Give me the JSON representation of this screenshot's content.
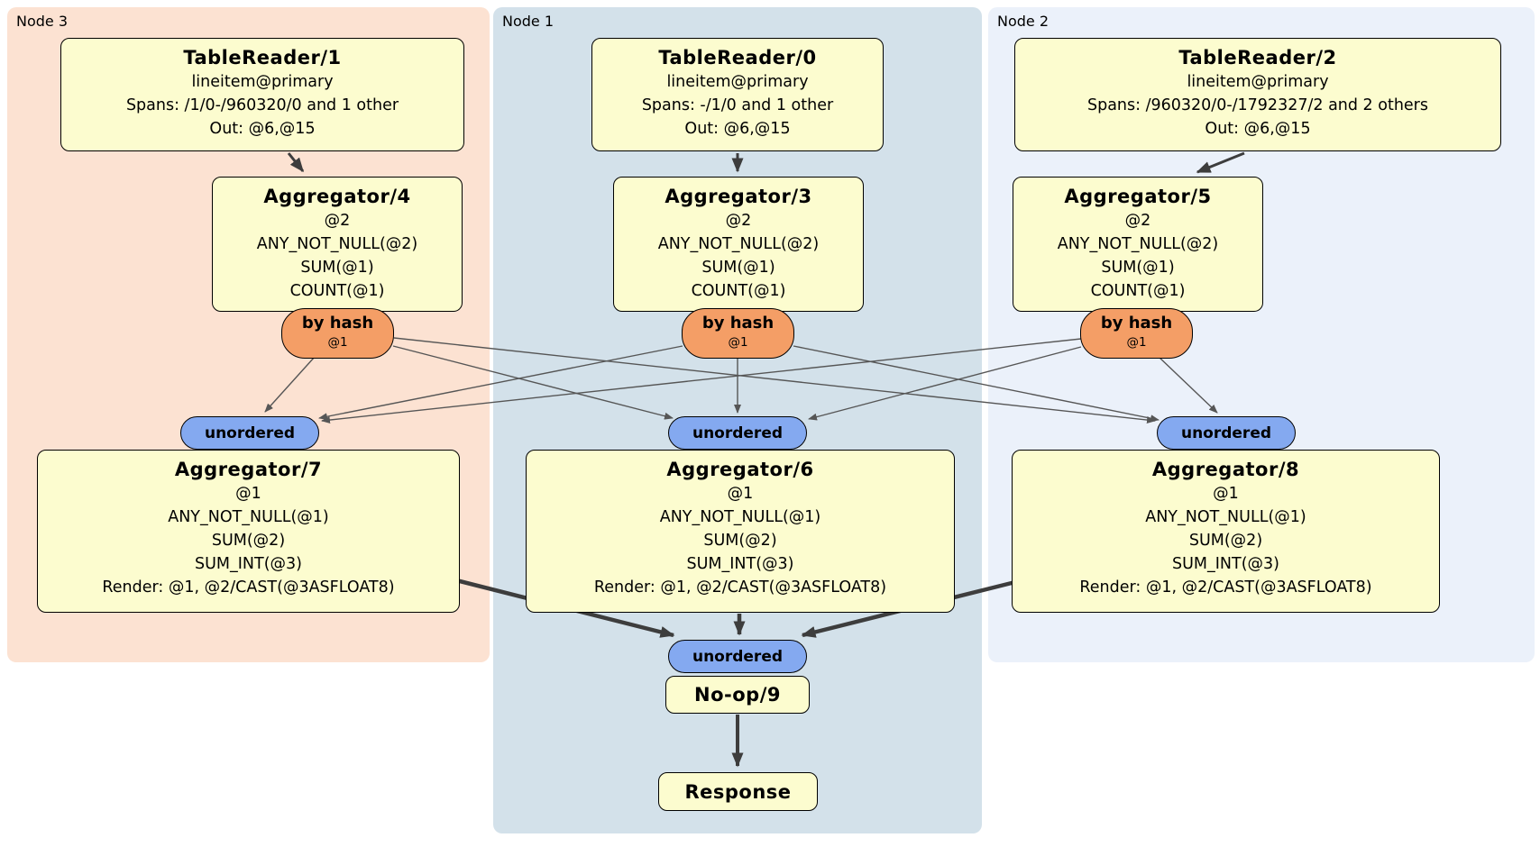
{
  "regions": {
    "node3": {
      "label": "Node 3",
      "bg": "#fce2d2"
    },
    "node1": {
      "label": "Node 1",
      "bg": "#d3e1ea"
    },
    "node2": {
      "label": "Node 2",
      "bg": "#ebf1fa"
    }
  },
  "boxes": {
    "tr1": {
      "title": "TableReader/1",
      "lines": [
        "lineitem@primary",
        "Spans: /1/0-/960320/0 and 1 other",
        "Out: @6,@15"
      ]
    },
    "tr0": {
      "title": "TableReader/0",
      "lines": [
        "lineitem@primary",
        "Spans: -/1/0 and 1 other",
        "Out: @6,@15"
      ]
    },
    "tr2": {
      "title": "TableReader/2",
      "lines": [
        "lineitem@primary",
        "Spans: /960320/0-/1792327/2 and 2 others",
        "Out: @6,@15"
      ]
    },
    "agg4": {
      "title": "Aggregator/4",
      "lines": [
        "@2",
        "ANY_NOT_NULL(@2)",
        "SUM(@1)",
        "COUNT(@1)"
      ]
    },
    "agg3": {
      "title": "Aggregator/3",
      "lines": [
        "@2",
        "ANY_NOT_NULL(@2)",
        "SUM(@1)",
        "COUNT(@1)"
      ]
    },
    "agg5": {
      "title": "Aggregator/5",
      "lines": [
        "@2",
        "ANY_NOT_NULL(@2)",
        "SUM(@1)",
        "COUNT(@1)"
      ]
    },
    "agg7": {
      "title": "Aggregator/7",
      "lines": [
        "@1",
        "ANY_NOT_NULL(@1)",
        "SUM(@2)",
        "SUM_INT(@3)",
        "Render: @1, @2/CAST(@3ASFLOAT8)"
      ]
    },
    "agg6": {
      "title": "Aggregator/6",
      "lines": [
        "@1",
        "ANY_NOT_NULL(@1)",
        "SUM(@2)",
        "SUM_INT(@3)",
        "Render: @1, @2/CAST(@3ASFLOAT8)"
      ]
    },
    "agg8": {
      "title": "Aggregator/8",
      "lines": [
        "@1",
        "ANY_NOT_NULL(@1)",
        "SUM(@2)",
        "SUM_INT(@3)",
        "Render: @1, @2/CAST(@3ASFLOAT8)"
      ]
    },
    "noop": {
      "title": "No-op/9"
    },
    "response": {
      "title": "Response"
    }
  },
  "router": {
    "label": "by hash",
    "sub": "@1"
  },
  "sync": {
    "label": "unordered"
  },
  "colors": {
    "box_fill": "#fcfccf",
    "router_fill": "#f49e66",
    "sync_fill": "#84a9f0",
    "node3_bg": "#fce2d2",
    "node1_bg": "#d3e1ea",
    "node2_bg": "#ebf1fa",
    "thin_edge": "#565656",
    "thick_edge": "#3d3d3d",
    "border": "#000000"
  }
}
